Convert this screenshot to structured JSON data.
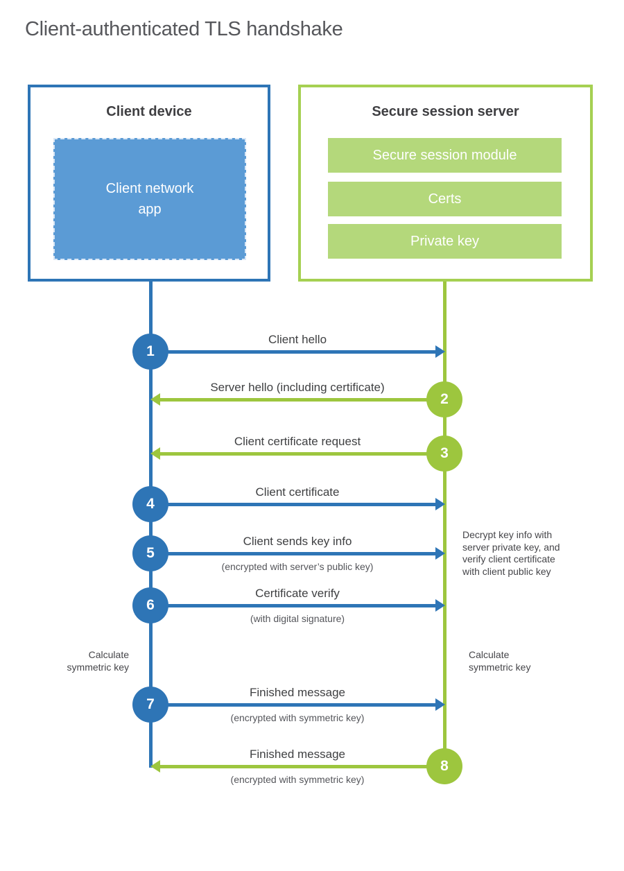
{
  "title": "Client-authenticated TLS handshake",
  "colors": {
    "blue": "#2e75b6",
    "blue_fill": "#5b9bd5",
    "green": "#9dc63e",
    "green_border": "#a5d052",
    "green_bar": "#b4d87b",
    "text_dark": "#3f3f42",
    "text_gray": "#56575b"
  },
  "client_box": {
    "title": "Client device",
    "app_label": "Client network\napp"
  },
  "server_box": {
    "title": "Secure session server",
    "modules": [
      "Secure session module",
      "Certs",
      "Private key"
    ]
  },
  "steps": [
    {
      "num": "1",
      "label": "Client hello",
      "sublabel": "",
      "direction": "right",
      "color": "blue"
    },
    {
      "num": "2",
      "label": "Server hello (including certificate)",
      "sublabel": "",
      "direction": "left",
      "color": "green"
    },
    {
      "num": "3",
      "label": "Client certificate request",
      "sublabel": "",
      "direction": "left",
      "color": "green"
    },
    {
      "num": "4",
      "label": "Client certificate",
      "sublabel": "",
      "direction": "right",
      "color": "blue"
    },
    {
      "num": "5",
      "label": "Client sends key info",
      "sublabel": "(encrypted with server’s public key)",
      "direction": "right",
      "color": "blue"
    },
    {
      "num": "6",
      "label": "Certificate verify",
      "sublabel": "(with digital signature)",
      "direction": "right",
      "color": "blue"
    },
    {
      "num": "7",
      "label": "Finished message",
      "sublabel": "(encrypted with symmetric key)",
      "direction": "right",
      "color": "blue"
    },
    {
      "num": "8",
      "label": "Finished message",
      "sublabel": "(encrypted with symmetric key)",
      "direction": "left",
      "color": "green"
    }
  ],
  "notes": {
    "server_decrypt": "Decrypt key info with\nserver private key, and\nverify client certificate\nwith client public key",
    "client_calc": "Calculate\nsymmetric key",
    "server_calc": "Calculate\nsymmetric key"
  }
}
